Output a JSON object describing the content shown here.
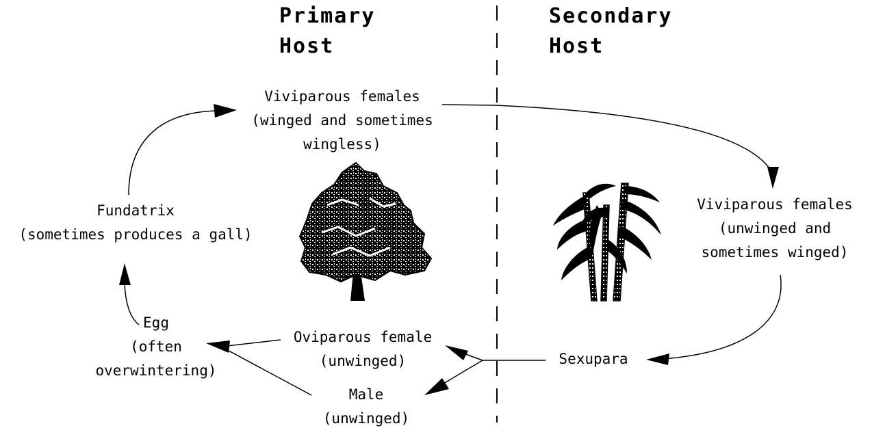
{
  "headers": {
    "primary_host": [
      "Primary",
      "Host"
    ],
    "secondary_host": [
      "Secondary",
      "Host"
    ]
  },
  "stages": {
    "viviparous_primary": [
      "Viviparous females",
      "(winged and sometimes",
      "wingless)"
    ],
    "viviparous_secondary": [
      "Viviparous females",
      "(unwinged and",
      "sometimes winged)"
    ],
    "fundatrix": [
      "Fundatrix",
      "(sometimes produces a gall)"
    ],
    "egg": [
      "Egg",
      "(often",
      "overwintering)"
    ],
    "oviparous_female": [
      "Oviparous female",
      "(unwinged)"
    ],
    "male": [
      "Male",
      "(unwinged)"
    ],
    "sexupara": [
      "Sexupara"
    ]
  },
  "host_plants": {
    "primary": "broadleaf-tree-icon",
    "secondary": "grass-plant-icon"
  },
  "colors": {
    "ink": "#000000",
    "background": "#ffffff"
  }
}
